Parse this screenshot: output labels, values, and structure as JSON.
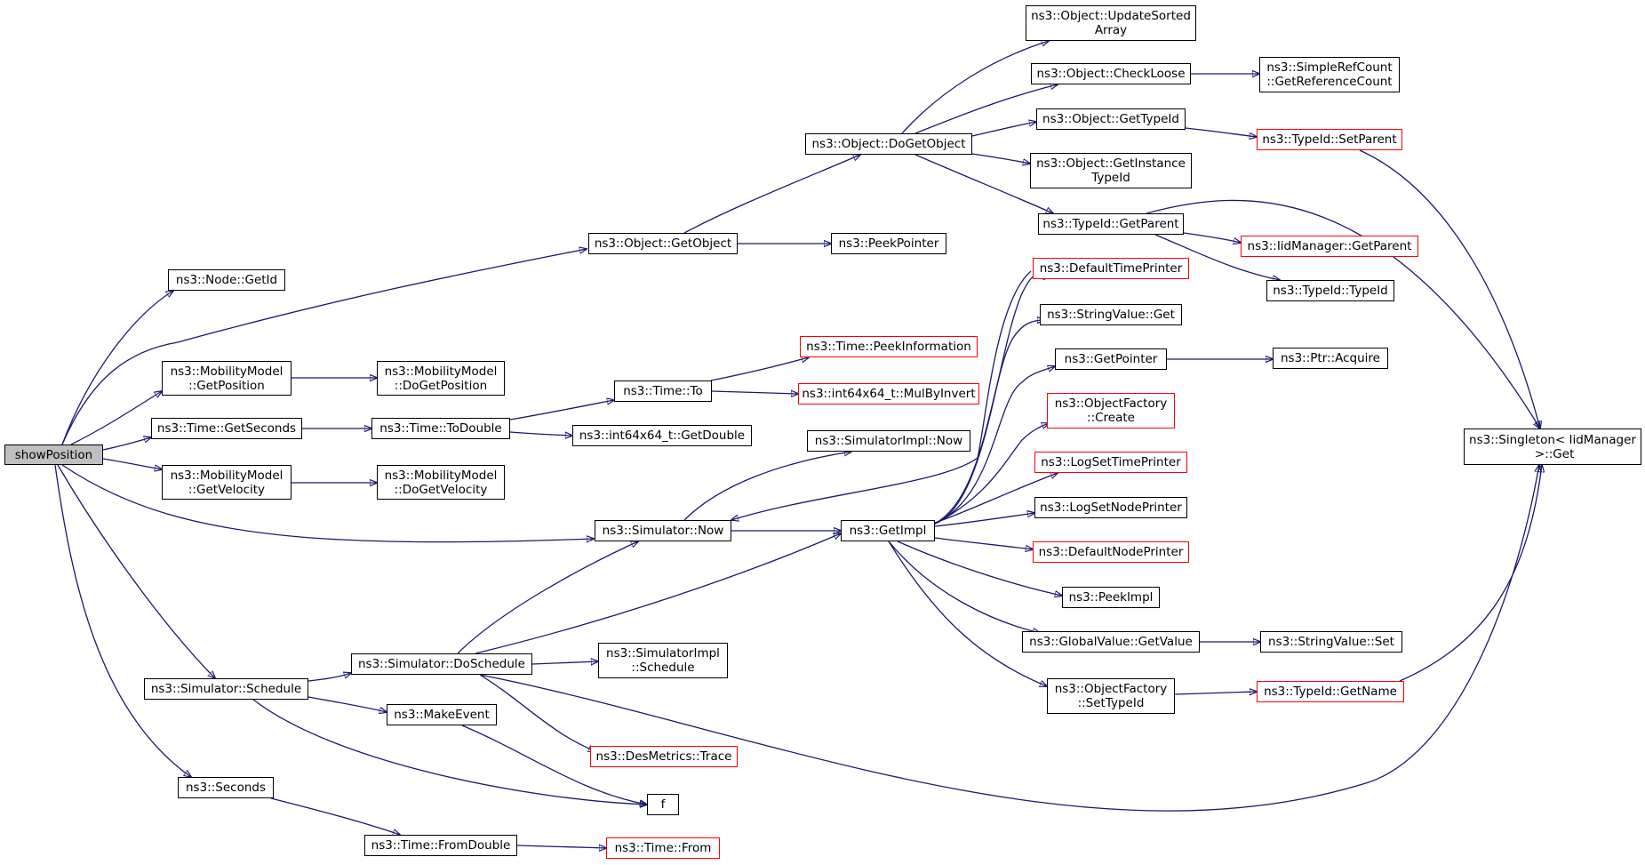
{
  "colors": {
    "edge": "#191970",
    "node_border": "#000000",
    "incomplete_border": "#ff0000",
    "root_fill": "#bfbfbf"
  },
  "nodes": {
    "showPosition": "showPosition",
    "nodeGetId": "ns3::Node::GetId",
    "mmGetPosition": "ns3::MobilityModel\n::GetPosition",
    "timeGetSeconds": "ns3::Time::GetSeconds",
    "mmGetVelocity": "ns3::MobilityModel\n::GetVelocity",
    "simSchedule": "ns3::Simulator::Schedule",
    "seconds": "ns3::Seconds",
    "mmDoGetPosition": "ns3::MobilityModel\n::DoGetPosition",
    "timeToDouble": "ns3::Time::ToDouble",
    "mmDoGetVelocity": "ns3::MobilityModel\n::DoGetVelocity",
    "simDoSchedule": "ns3::Simulator::DoSchedule",
    "makeEvent": "ns3::MakeEvent",
    "timeFromDouble": "ns3::Time::FromDouble",
    "objGetObject": "ns3::Object::GetObject",
    "timeTo": "ns3::Time::To",
    "i64GetDouble": "ns3::int64x64_t::GetDouble",
    "simNow": "ns3::Simulator::Now",
    "simImplSchedule": "ns3::SimulatorImpl\n::Schedule",
    "desMetricsTrace": "ns3::DesMetrics::Trace",
    "f": "f",
    "timeFrom": "ns3::Time::From",
    "timePeekInfo": "ns3::Time::PeekInformation",
    "i64MulByInvert": "ns3::int64x64_t::MulByInvert",
    "simImplNow": "ns3::SimulatorImpl::Now",
    "objDoGetObject": "ns3::Object::DoGetObject",
    "peekPointer": "ns3::PeekPointer",
    "getImpl": "ns3::GetImpl",
    "objUpdateSorted": "ns3::Object::UpdateSorted\nArray",
    "objCheckLoose": "ns3::Object::CheckLoose",
    "objGetTypeId": "ns3::Object::GetTypeId",
    "objGetInstanceTypeId": "ns3::Object::GetInstance\nTypeId",
    "typeIdGetParent": "ns3::TypeId::GetParent",
    "defaultTimePrinter": "ns3::DefaultTimePrinter",
    "stringValueGet": "ns3::StringValue::Get",
    "getPointer": "ns3::GetPointer",
    "objFactoryCreate": "ns3::ObjectFactory\n::Create",
    "logSetTimePrinter": "ns3::LogSetTimePrinter",
    "logSetNodePrinter": "ns3::LogSetNodePrinter",
    "defaultNodePrinter": "ns3::DefaultNodePrinter",
    "peekImpl": "ns3::PeekImpl",
    "globalValueGetValue": "ns3::GlobalValue::GetValue",
    "objFactorySetTypeId": "ns3::ObjectFactory\n::SetTypeId",
    "simpleRefCount": "ns3::SimpleRefCount\n::GetReferenceCount",
    "typeIdSetParent": "ns3::TypeId::SetParent",
    "iidManagerGetParent": "ns3::IidManager::GetParent",
    "typeIdTypeId": "ns3::TypeId::TypeId",
    "ptrAcquire": "ns3::Ptr::Acquire",
    "stringValueSet": "ns3::StringValue::Set",
    "typeIdGetName": "ns3::TypeId::GetName",
    "singletonGet": "ns3::Singleton< IidManager\n >::Get"
  }
}
